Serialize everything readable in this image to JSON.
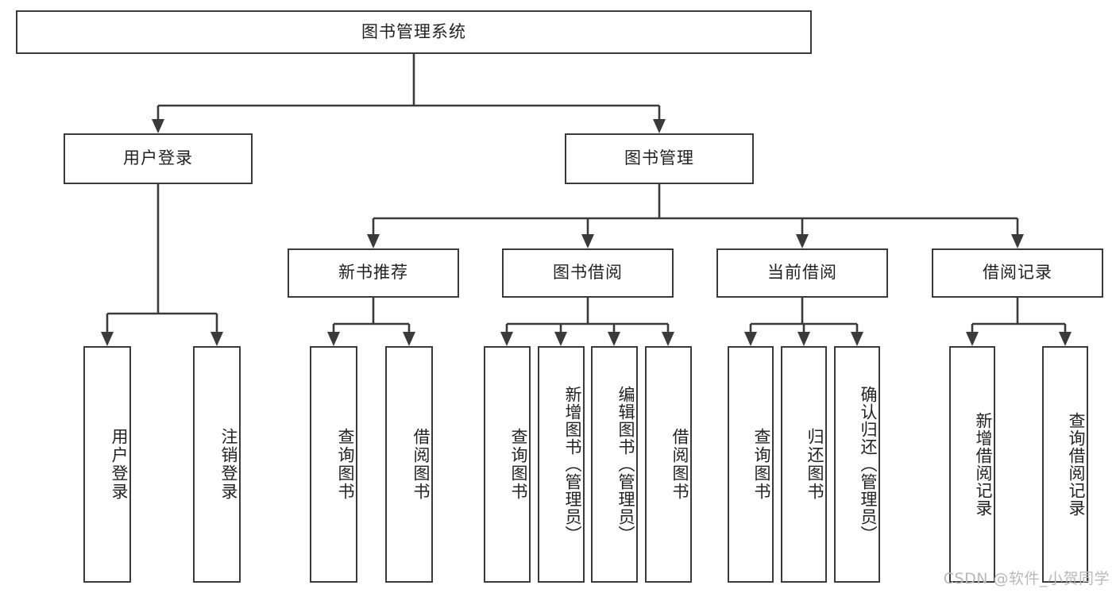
{
  "diagram": {
    "title": "图书管理系统",
    "type": "tree",
    "orientation": "top-down",
    "style": {
      "box_border_color": "#3a3a3a",
      "box_fill_color": "#ffffff",
      "line_color": "#3a3a3a",
      "text_color": "#222222",
      "background_color": "#ffffff"
    },
    "nodes": {
      "root": {
        "label": "图书管理系统",
        "level": 1
      },
      "user_login": {
        "label": "用户登录",
        "level": 2
      },
      "book_manage": {
        "label": "图书管理",
        "level": 2
      },
      "new_book_rec": {
        "label": "新书推荐",
        "level": 3
      },
      "book_borrow": {
        "label": "图书借阅",
        "level": 3
      },
      "current_borrow": {
        "label": "当前借阅",
        "level": 3
      },
      "borrow_record": {
        "label": "借阅记录",
        "level": 3
      },
      "leaf_user_login": {
        "label": "用户登录",
        "level": 3
      },
      "leaf_logout": {
        "label": "注销登录",
        "level": 3
      },
      "leaf_query_book_1": {
        "label": "查询图书",
        "level": 4
      },
      "leaf_borrow_book_1": {
        "label": "借阅图书",
        "level": 4
      },
      "leaf_query_book_2": {
        "label": "查询图书",
        "level": 4
      },
      "leaf_add_book": {
        "label": "新增图书（管理员）",
        "level": 4
      },
      "leaf_edit_book": {
        "label": "编辑图书（管理员）",
        "level": 4
      },
      "leaf_borrow_book_2": {
        "label": "借阅图书",
        "level": 4
      },
      "leaf_query_book_3": {
        "label": "查询图书",
        "level": 4
      },
      "leaf_return_book": {
        "label": "归还图书",
        "level": 4
      },
      "leaf_confirm_return": {
        "label": "确认归还（管理员）",
        "level": 4
      },
      "leaf_add_record": {
        "label": "新增借阅记录",
        "level": 4
      },
      "leaf_query_record": {
        "label": "查询借阅记录",
        "level": 4
      }
    },
    "edges": [
      {
        "from": "root",
        "to": "user_login"
      },
      {
        "from": "root",
        "to": "book_manage"
      },
      {
        "from": "user_login",
        "to": "leaf_user_login"
      },
      {
        "from": "user_login",
        "to": "leaf_logout"
      },
      {
        "from": "book_manage",
        "to": "new_book_rec"
      },
      {
        "from": "book_manage",
        "to": "book_borrow"
      },
      {
        "from": "book_manage",
        "to": "current_borrow"
      },
      {
        "from": "book_manage",
        "to": "borrow_record"
      },
      {
        "from": "new_book_rec",
        "to": "leaf_query_book_1"
      },
      {
        "from": "new_book_rec",
        "to": "leaf_borrow_book_1"
      },
      {
        "from": "book_borrow",
        "to": "leaf_query_book_2"
      },
      {
        "from": "book_borrow",
        "to": "leaf_add_book"
      },
      {
        "from": "book_borrow",
        "to": "leaf_edit_book"
      },
      {
        "from": "book_borrow",
        "to": "leaf_borrow_book_2"
      },
      {
        "from": "current_borrow",
        "to": "leaf_query_book_3"
      },
      {
        "from": "current_borrow",
        "to": "leaf_return_book"
      },
      {
        "from": "current_borrow",
        "to": "leaf_confirm_return"
      },
      {
        "from": "borrow_record",
        "to": "leaf_add_record"
      },
      {
        "from": "borrow_record",
        "to": "leaf_query_record"
      }
    ]
  },
  "watermark": {
    "text": "CSDN @软件_小贺同学"
  }
}
